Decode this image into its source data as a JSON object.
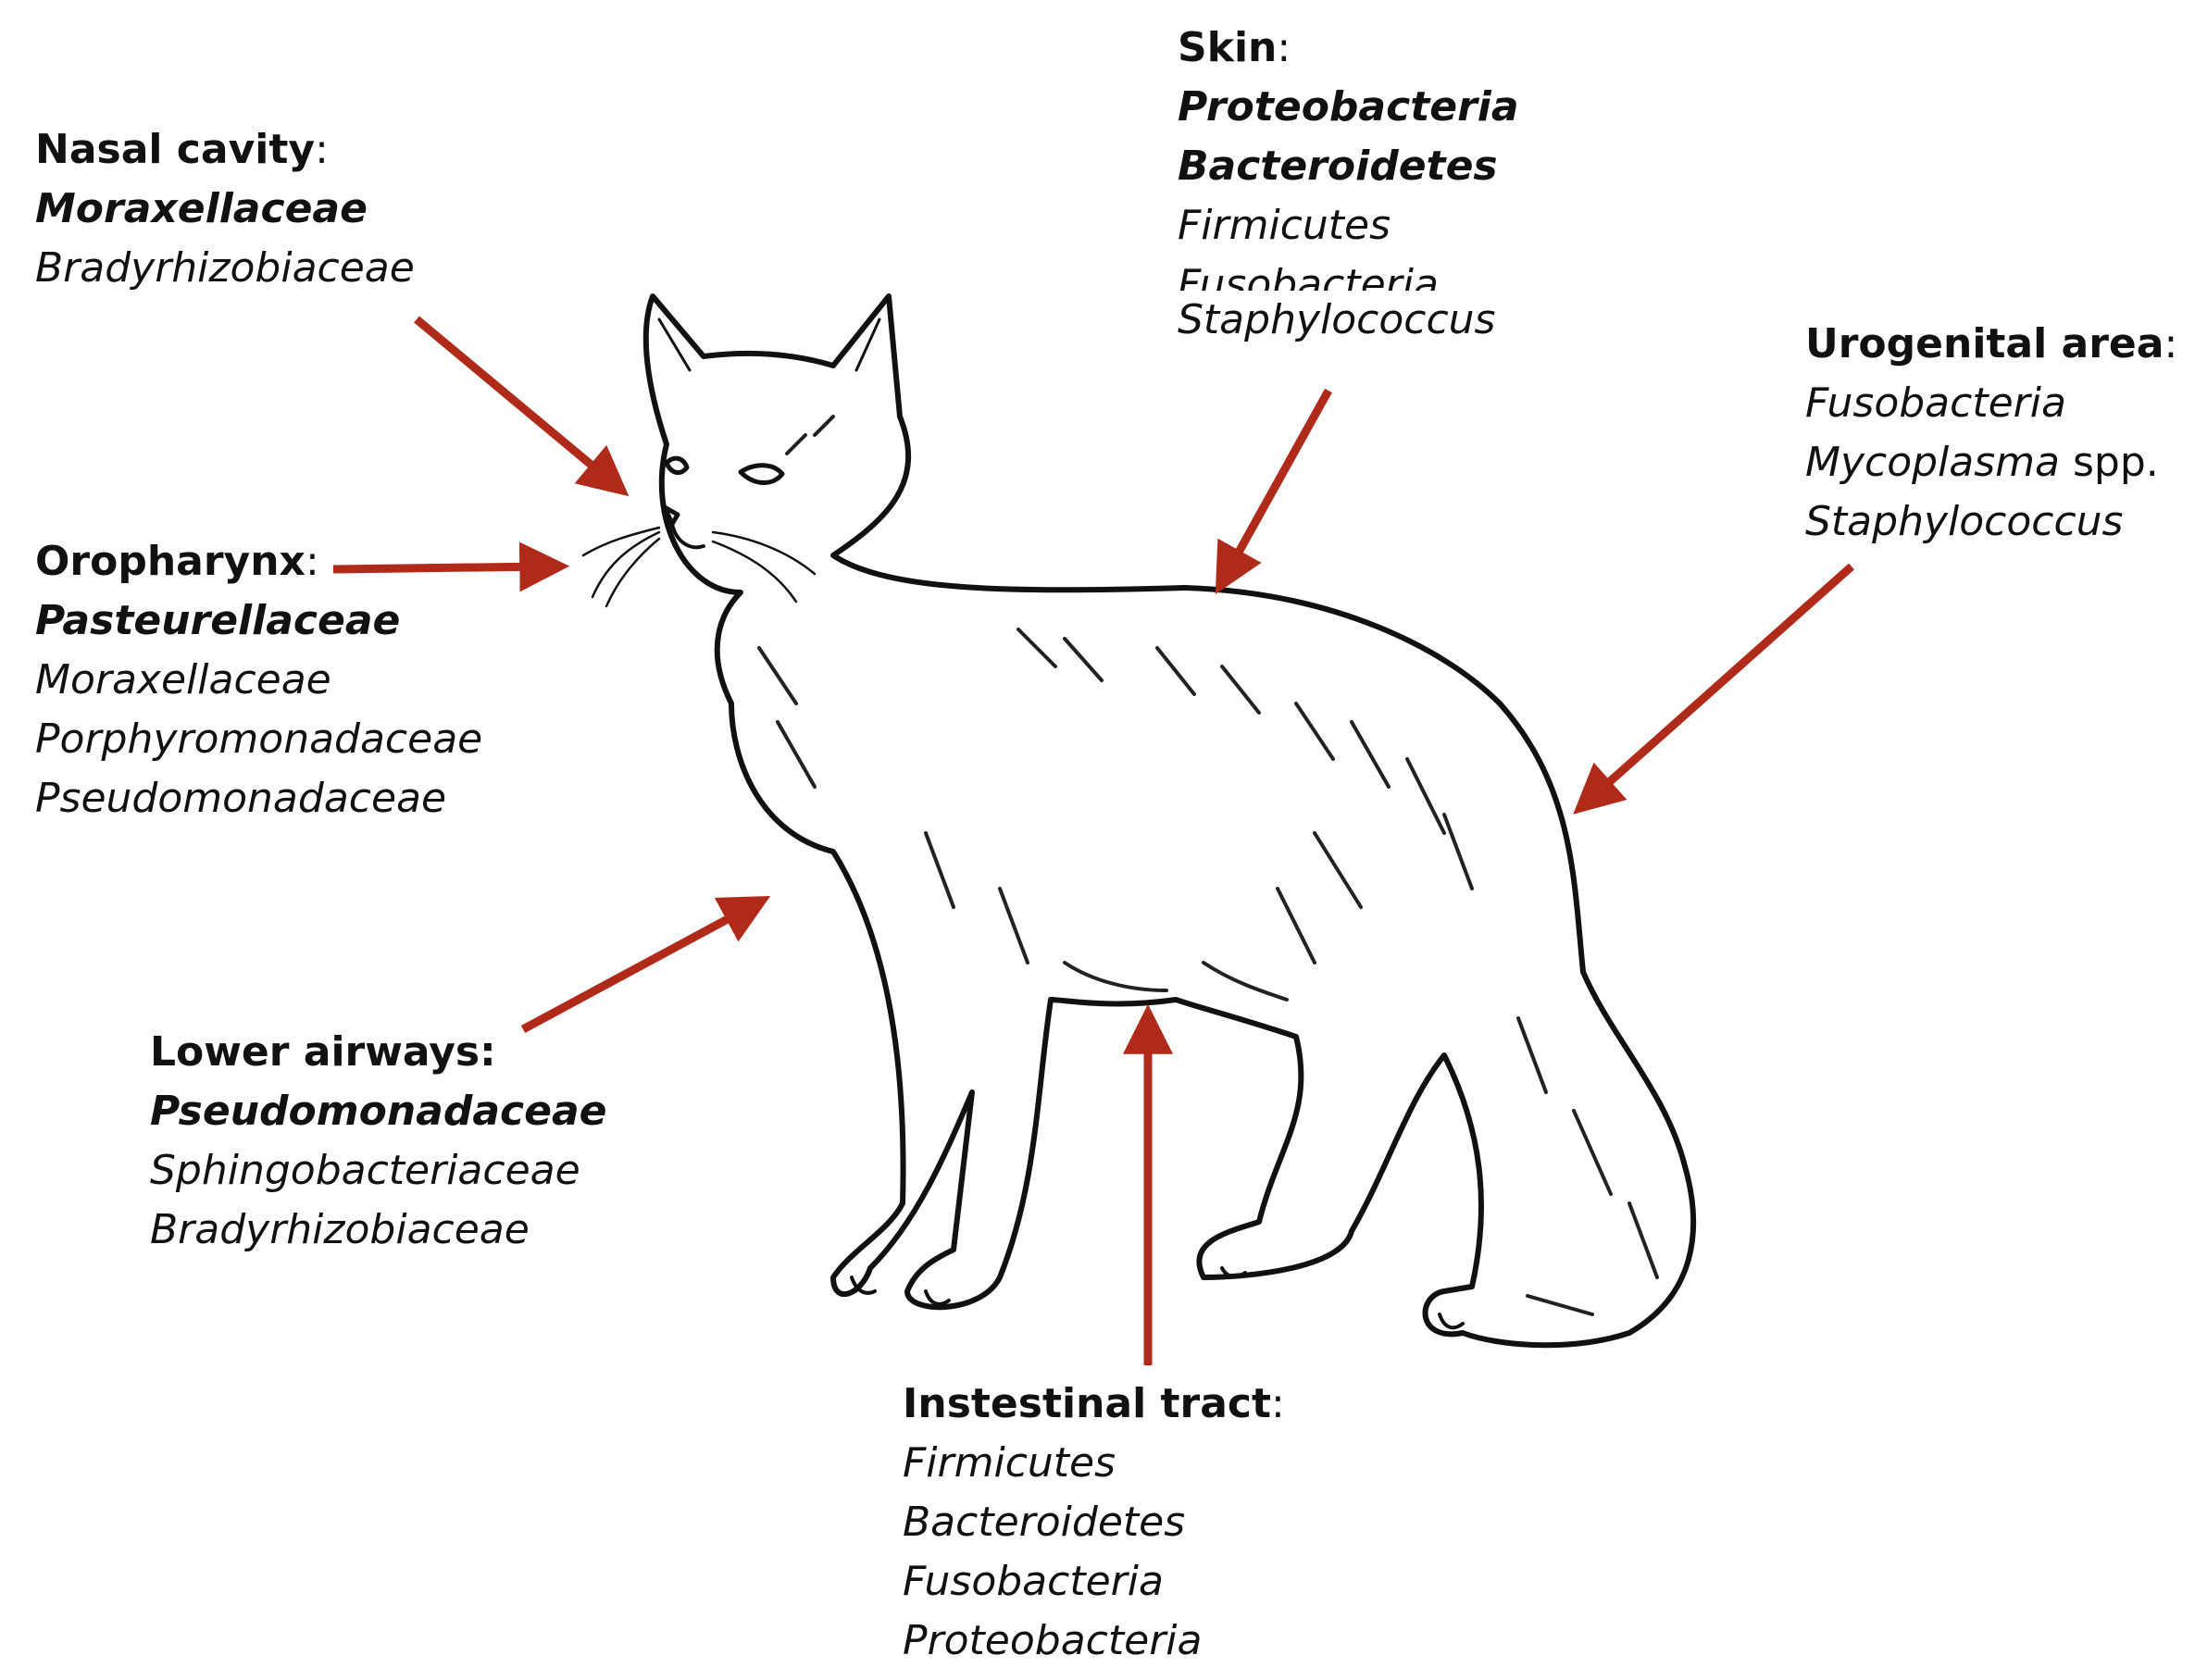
{
  "arrow_color": "#b02a1a",
  "illustration": "cat-line-drawing",
  "regions": {
    "nasal": {
      "title": "Nasal cavity",
      "colon": ":",
      "items": [
        {
          "text": "Moraxellaceae",
          "bold": true
        },
        {
          "text": "Bradyrhizobiaceae",
          "bold": false
        }
      ]
    },
    "oropharynx": {
      "title": "Oropharynx",
      "colon": ":",
      "items": [
        {
          "text": "Pasteurellaceae",
          "bold": true
        },
        {
          "text": "Moraxellaceae",
          "bold": false
        },
        {
          "text": "Porphyromonadaceae",
          "bold": false
        },
        {
          "text": "Pseudomonadaceae",
          "bold": false
        }
      ]
    },
    "lower_airways": {
      "title": "Lower airways:",
      "colon": "",
      "items": [
        {
          "text": "Pseudomonadaceae",
          "bold": true
        },
        {
          "text": "Sphingobacteriaceae",
          "bold": false
        },
        {
          "text": "Bradyrhizobiaceae",
          "bold": false
        }
      ]
    },
    "skin": {
      "title": "Skin",
      "colon": ":",
      "items": [
        {
          "text": "Proteobacteria",
          "bold": true
        },
        {
          "text": "Bacteroidetes",
          "bold": true
        },
        {
          "text": "Firmicutes",
          "bold": false
        },
        {
          "text": "Fusobacteria",
          "bold": false
        },
        {
          "text": "Staphylococcus",
          "bold": false
        }
      ]
    },
    "urogenital": {
      "title": "Urogenital area",
      "colon": ":",
      "items": [
        {
          "text": "Fusobacteria",
          "bold": false
        },
        {
          "text": "Mycoplasma",
          "bold": false,
          "suffix": " spp."
        },
        {
          "text": "Staphylococcus",
          "bold": false
        }
      ]
    },
    "intestinal": {
      "title": "Instestinal tract",
      "colon": ":",
      "items": [
        {
          "text": "Firmicutes",
          "bold": false
        },
        {
          "text": "Bacteroidetes",
          "bold": false
        },
        {
          "text": "Fusobacteria",
          "bold": false
        },
        {
          "text": "Proteobacteria",
          "bold": false
        }
      ]
    }
  }
}
